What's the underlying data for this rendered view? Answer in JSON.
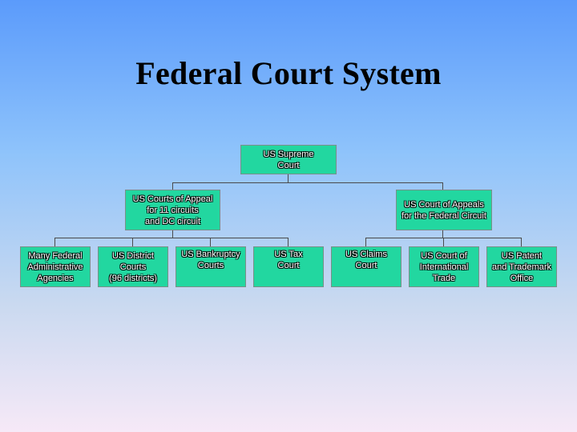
{
  "title": "Federal Court System",
  "nodes": {
    "supreme": "US Supreme\nCourt",
    "appeals_circuits": "US Courts of Appeal\nfor 11 circuits\nand DC circuit",
    "appeals_federal": "US Court of Appeals\nfor the Federal Circuit",
    "agencies": "Many Federal\nAdministrative\nAgencies",
    "district": "US District\nCourts\n(96 districts)",
    "bankruptcy": "US Bankruptcy\nCourts",
    "tax": "US Tax\nCourt",
    "claims": "US Claims\nCourt",
    "intl_trade": "US Court of\nInternational\nTrade",
    "patent": "US Patent\nand Trademark\nOffice"
  },
  "colors": {
    "box_fill": "#22d7a0",
    "connector": "#4a4a4a"
  }
}
